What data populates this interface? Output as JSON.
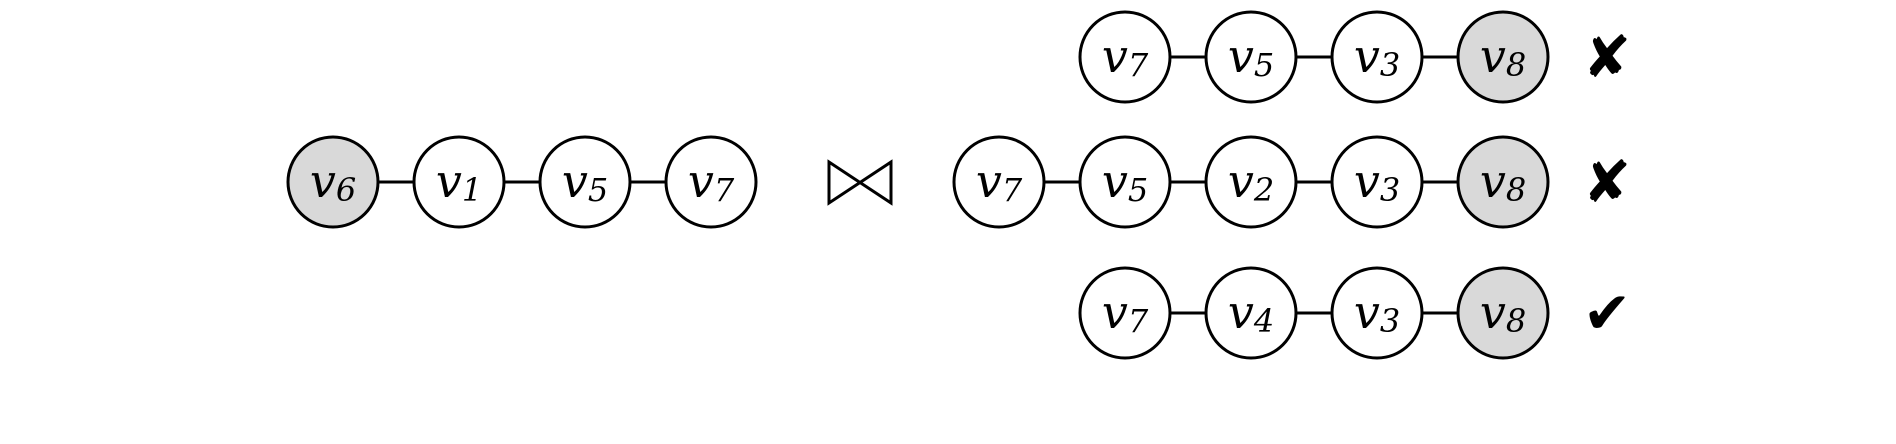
{
  "colors": {
    "node_fill": "#ffffff",
    "highlight_fill": "#d9d9d9",
    "stroke": "#000000"
  },
  "join_symbol": "bowtie",
  "left_path": {
    "nodes": [
      {
        "base": "v",
        "sub": "6",
        "highlight": true
      },
      {
        "base": "v",
        "sub": "1",
        "highlight": false
      },
      {
        "base": "v",
        "sub": "5",
        "highlight": false
      },
      {
        "base": "v",
        "sub": "7",
        "highlight": false
      }
    ]
  },
  "right_paths": [
    {
      "nodes": [
        {
          "base": "v",
          "sub": "7",
          "highlight": false
        },
        {
          "base": "v",
          "sub": "5",
          "highlight": false
        },
        {
          "base": "v",
          "sub": "3",
          "highlight": false
        },
        {
          "base": "v",
          "sub": "8",
          "highlight": true
        }
      ],
      "mark": "✘",
      "valid": false
    },
    {
      "nodes": [
        {
          "base": "v",
          "sub": "7",
          "highlight": false
        },
        {
          "base": "v",
          "sub": "5",
          "highlight": false
        },
        {
          "base": "v",
          "sub": "2",
          "highlight": false
        },
        {
          "base": "v",
          "sub": "3",
          "highlight": false
        },
        {
          "base": "v",
          "sub": "8",
          "highlight": true
        }
      ],
      "mark": "✘",
      "valid": false
    },
    {
      "nodes": [
        {
          "base": "v",
          "sub": "7",
          "highlight": false
        },
        {
          "base": "v",
          "sub": "4",
          "highlight": false
        },
        {
          "base": "v",
          "sub": "3",
          "highlight": false
        },
        {
          "base": "v",
          "sub": "8",
          "highlight": true
        }
      ],
      "mark": "✔",
      "valid": true
    }
  ]
}
